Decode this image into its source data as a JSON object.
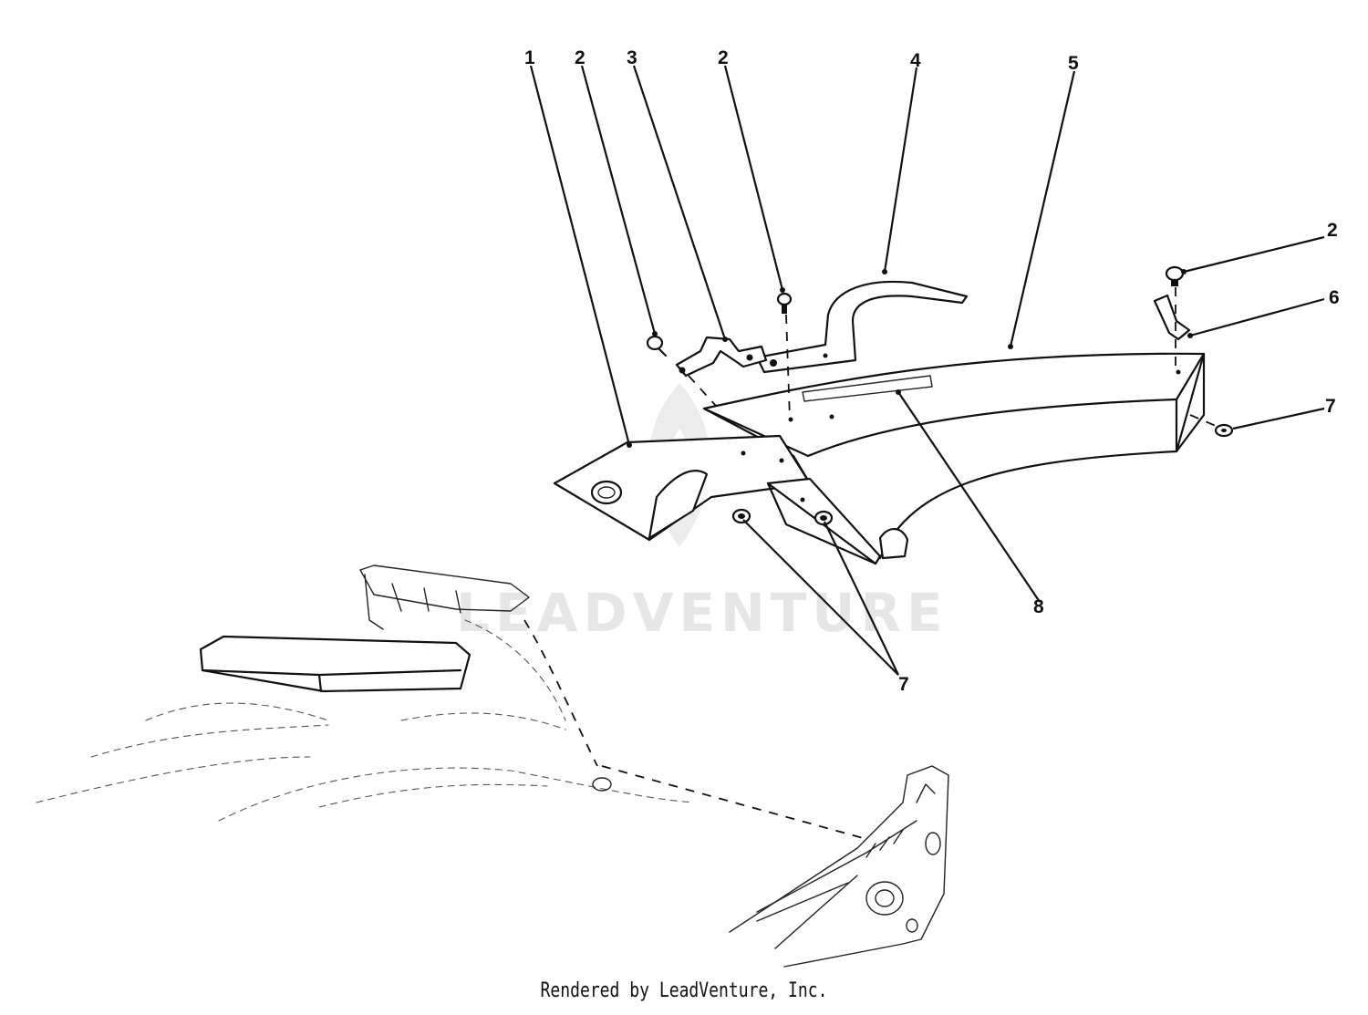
{
  "watermark": {
    "text": "LEADVENTURE"
  },
  "callouts": {
    "c1": "1",
    "c2a": "2",
    "c3": "3",
    "c2b": "2",
    "c4": "4",
    "c5": "5",
    "c2c": "2",
    "c6": "6",
    "c7a": "7",
    "c8": "8",
    "c7b": "7"
  },
  "footer": {
    "text": "Rendered by LeadVenture, Inc."
  }
}
